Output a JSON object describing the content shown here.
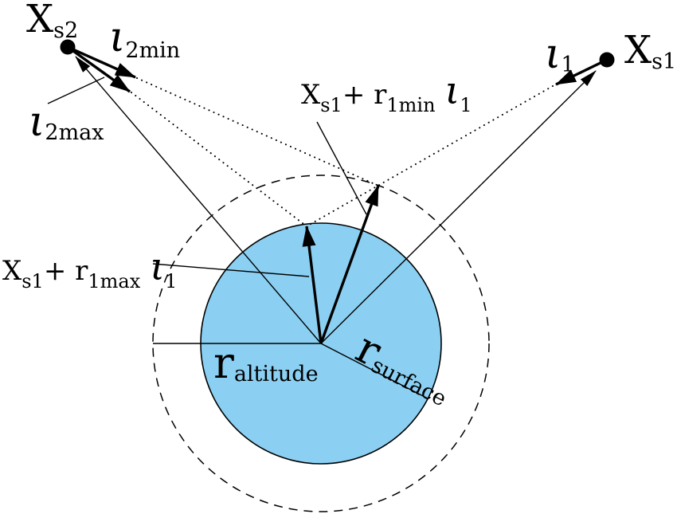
{
  "colors": {
    "earth_fill": "#8BD0F2",
    "stroke": "#000000",
    "background": "#ffffff"
  },
  "labels": {
    "sat2": {
      "main": "X",
      "sub": "s2"
    },
    "sat1": {
      "main": "X",
      "sub": "s1"
    },
    "iota2min": {
      "main": "ι",
      "sub": "2min"
    },
    "iota2max": {
      "main": "ι",
      "sub": "2max"
    },
    "iota1": {
      "main": "ι",
      "sub": "1"
    },
    "eq_rmin": {
      "x": "X",
      "xsub": "s1",
      "plus_r": "+ r",
      "rsub": "1min",
      "iota": "ι",
      "isub": "1"
    },
    "eq_rmax": {
      "x": "X",
      "xsub": "s1",
      "plus_r": "+ r",
      "rsub": "1max",
      "iota": "ι",
      "isub": "1"
    },
    "r_altitude": {
      "main": "r",
      "sub": "altitude"
    },
    "r_surface": {
      "main": "r",
      "sub": "surface"
    }
  }
}
